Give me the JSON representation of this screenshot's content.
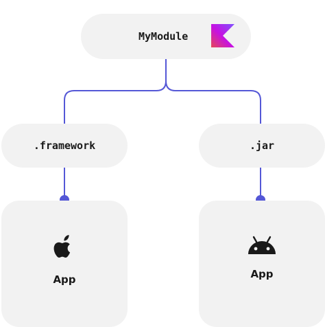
{
  "module": {
    "label": "MyModule",
    "logo_icon": "kotlin-logo-icon"
  },
  "outputs": [
    {
      "label": ".framework",
      "app_label": "App",
      "platform_icon": "apple-icon"
    },
    {
      "label": ".jar",
      "app_label": "App",
      "platform_icon": "android-icon"
    }
  ],
  "colors": {
    "connector": "#5457d6",
    "box_fill": "#f2f2f2",
    "text": "#1a1a1a",
    "kotlin_gradient": [
      "#7f52ff",
      "#c711e1",
      "#e44857"
    ]
  }
}
